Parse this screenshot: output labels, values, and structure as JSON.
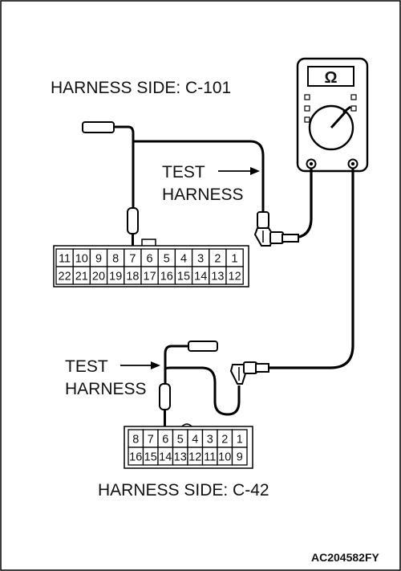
{
  "labels": {
    "harness_c101": "HARNESS SIDE: C-101",
    "test_harness_1_line1": "TEST",
    "test_harness_1_line2": "HARNESS",
    "test_harness_2_line1": "TEST",
    "test_harness_2_line2": "HARNESS",
    "harness_c42": "HARNESS SIDE: C-42",
    "figure_code": "AC204582FY",
    "meter_symbol": "Ω"
  },
  "connector_c101": {
    "top_row": [
      "11",
      "10",
      "9",
      "8",
      "7",
      "6",
      "5",
      "4",
      "3",
      "2",
      "1"
    ],
    "bottom_row": [
      "22",
      "21",
      "20",
      "19",
      "18",
      "17",
      "16",
      "15",
      "14",
      "13",
      "12"
    ],
    "probed_pin": "7"
  },
  "connector_c42": {
    "top_row": [
      "8",
      "7",
      "6",
      "5",
      "4",
      "3",
      "2",
      "1"
    ],
    "bottom_row": [
      "16",
      "15",
      "14",
      "13",
      "12",
      "11",
      "10",
      "9"
    ],
    "probed_pin": "6"
  }
}
